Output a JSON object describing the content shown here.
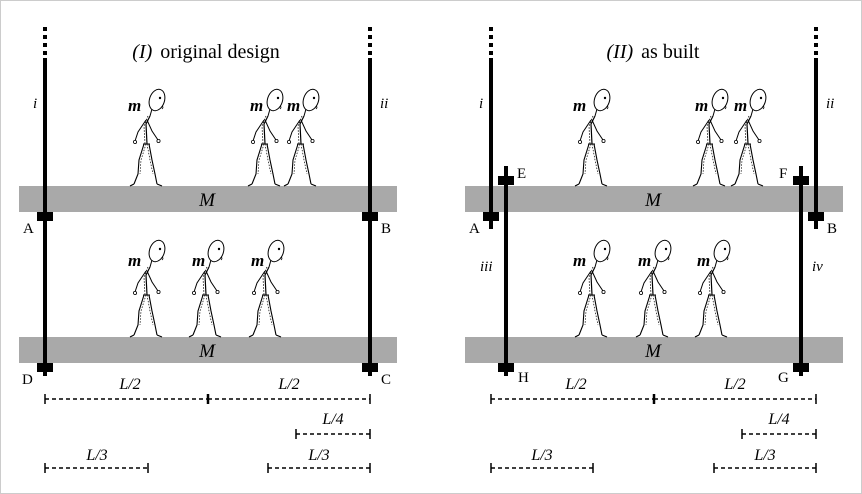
{
  "panels": [
    {
      "title_roman": "I",
      "title_text": "original design",
      "rods": {
        "left": "i",
        "right": "ii"
      },
      "corners": {
        "tl": "A",
        "tr": "B",
        "bl": "D",
        "br": "C"
      },
      "hangers": null
    },
    {
      "title_roman": "II",
      "title_text": "as built",
      "rods": {
        "left": "i",
        "right": "ii",
        "lower_left": "iii",
        "lower_right": "iv"
      },
      "corners": {
        "tl": "A",
        "tr": "B",
        "bl": null,
        "br": null
      },
      "hangers": {
        "tl": "E",
        "tr": "F",
        "bl": "H",
        "br": "G"
      }
    }
  ],
  "labels": {
    "beam_mass": "M",
    "person_mass": "m",
    "half_span": "L/2",
    "quarter_span": "L/4",
    "third_span": "L/3"
  },
  "colors": {
    "beam": "#a9a9a9",
    "rod": "#000000",
    "frame_border": "#cccccc"
  }
}
